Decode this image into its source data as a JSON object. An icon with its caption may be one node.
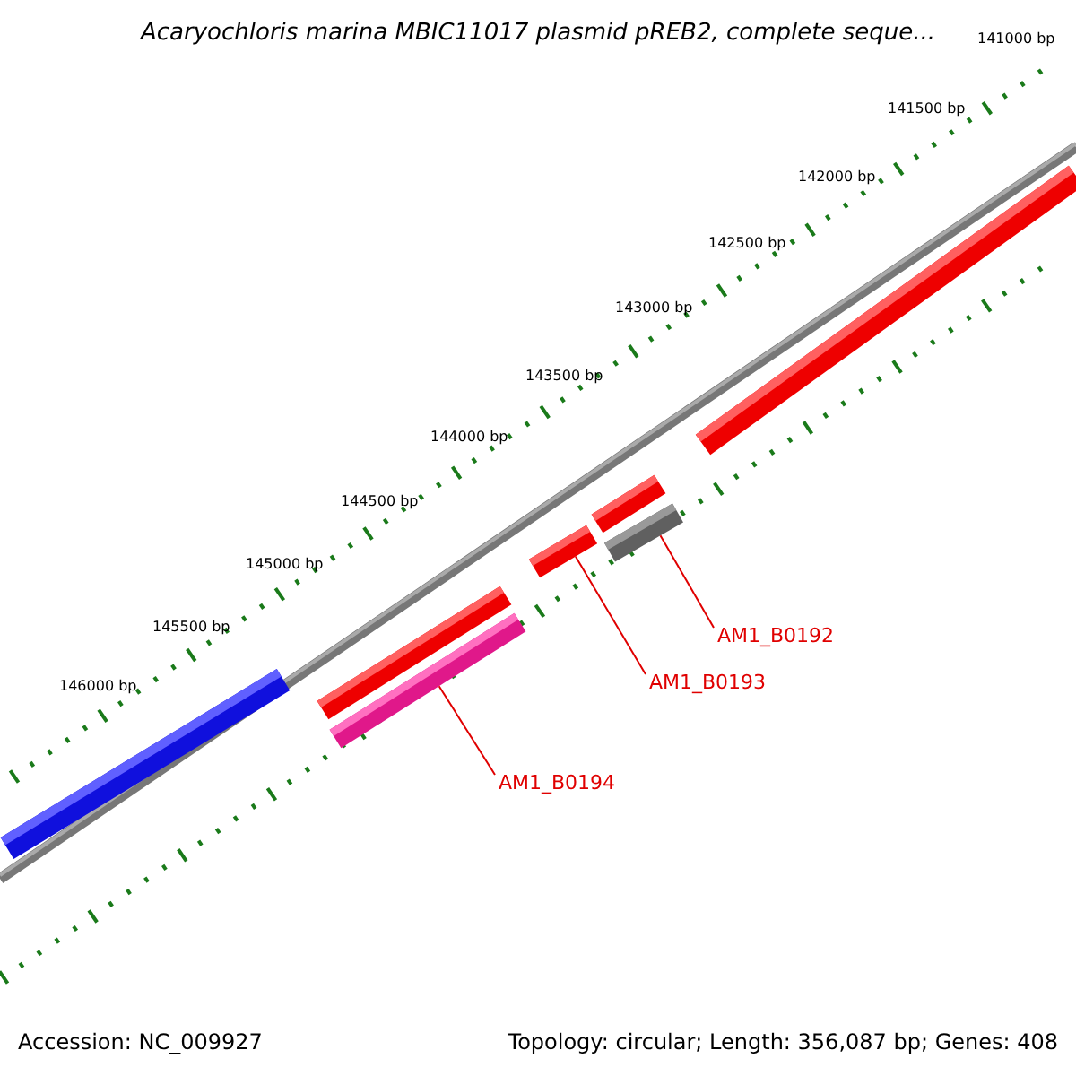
{
  "diagram": {
    "title": "Acaryochloris marina MBIC11017 plasmid pREB2, complete seque...",
    "nodes": [
      {
        "text": [],
        "shape": "bar"
      },
      {
        "text": [],
        "shape": "bar"
      },
      {
        "text": [],
        "shape": "bar"
      },
      {
        "text": [],
        "shape": "bar"
      },
      {
        "text": [],
        "shape": "bar"
      },
      {
        "text": [],
        "shape": "bar"
      },
      {
        "text": [],
        "shape": "bar"
      },
      {
        "text": [
          "AM1_B0192"
        ]
      },
      {
        "text": [
          "AM1_B0193"
        ]
      },
      {
        "text": [
          "AM1_B0194"
        ]
      }
    ],
    "edges": [
      {
        "from": 7,
        "to": 2,
        "arrow": "none"
      },
      {
        "from": 8,
        "to": 3,
        "arrow": "none"
      },
      {
        "from": 9,
        "to": 5,
        "arrow": "none"
      }
    ],
    "labels": [
      "141000 bp",
      "141500 bp",
      "142000 bp",
      "142500 bp",
      "143000 bp",
      "143500 bp",
      "144000 bp",
      "144500 bp",
      "145000 bp",
      "145500 bp",
      "146000 bp",
      "Accession: NC_009927",
      "Topology: circular; Length: 356,087 bp; Genes: 408"
    ]
  }
}
